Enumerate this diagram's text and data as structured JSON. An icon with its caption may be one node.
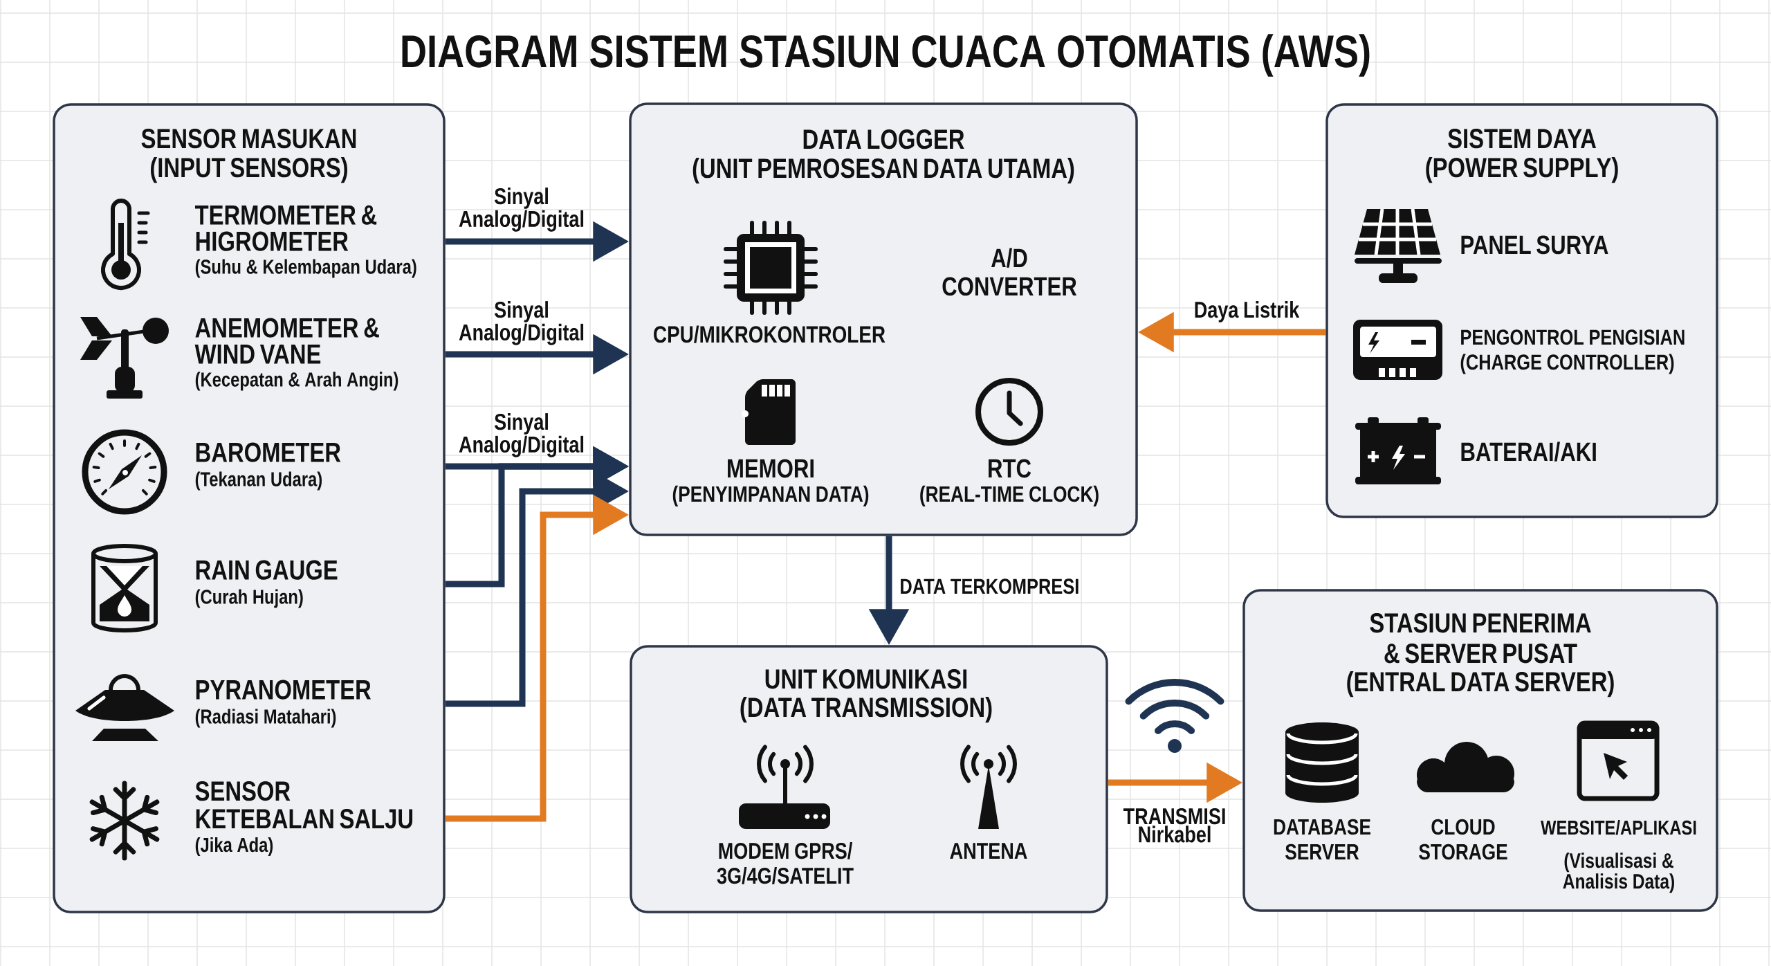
{
  "diagram": {
    "title": "DIAGRAM SISTEM STASIUN CUACA OTOMATIS (AWS)",
    "nodes": [
      {
        "text": [
          "SENSOR MASUKAN",
          "(INPUT SENSORS)"
        ]
      },
      {
        "text": [
          "TERMOMETER & HIGROMETER",
          "(Suhu & Kelembapan Udara)"
        ],
        "in": 0
      },
      {
        "text": [
          "ANEMOMETER & WIND VANE",
          "(Kecepatan & Arah Angin)"
        ],
        "in": 0
      },
      {
        "text": [
          "BAROMETER",
          "(Tekanan Udara)"
        ],
        "in": 0
      },
      {
        "text": [
          "RAIN GAUGE",
          "(Curah Hujan)"
        ],
        "in": 0
      },
      {
        "text": [
          "PYRANOMETER",
          "(Radiasi Matahari)"
        ],
        "in": 0
      },
      {
        "text": [
          "SENSOR KETEBALAN SALJU",
          "(Jika Ada)"
        ],
        "in": 0
      },
      {
        "text": [
          "DATA LOGGER",
          "(UNIT PEMROSESAN DATA UTAMA)"
        ]
      },
      {
        "text": [
          "CPU/MIKROKONTROLER"
        ],
        "in": 7
      },
      {
        "text": [
          "A/D CONVERTER"
        ],
        "in": 7
      },
      {
        "text": [
          "MEMORI",
          "(PENYIMPANAN DATA)"
        ],
        "in": 7
      },
      {
        "text": [
          "RTC",
          "(REAL-TIME CLOCK)"
        ],
        "in": 7
      },
      {
        "text": [
          "SISTEM DAYA",
          "(POWER SUPPLY)"
        ]
      },
      {
        "text": [
          "PANEL SURYA"
        ],
        "in": 12
      },
      {
        "text": [
          "PENGONTROL PENGISIAN (CHARGE CONTROLLER)"
        ],
        "in": 12
      },
      {
        "text": [
          "BATERAI/AKI"
        ],
        "in": 12
      },
      {
        "text": [
          "UNIT KOMUNIKASI",
          "(DATA TRANSMISSION)"
        ]
      },
      {
        "text": [
          "MODEM GPRS/ 3G/4G/SATELIT"
        ],
        "in": 16
      },
      {
        "text": [
          "ANTENA"
        ],
        "in": 16
      },
      {
        "text": [
          "STASIUN PENERIMA & SERVER PUSAT",
          "(ENTRAL DATA SERVER)"
        ]
      },
      {
        "text": [
          "DATABASE SERVER"
        ],
        "in": 19
      },
      {
        "text": [
          "CLOUD STORAGE"
        ],
        "in": 19
      },
      {
        "text": [
          "WEBSITE/APLIKASI",
          "(Visualisasi & Analisis Data)"
        ],
        "in": 19
      }
    ],
    "edges": [
      {
        "from": 0,
        "to": 7,
        "arrow": "to",
        "label": "Sinyal Analog/Digital"
      },
      {
        "from": 0,
        "to": 7,
        "arrow": "to",
        "label": "Sinyal Analog/Digital"
      },
      {
        "from": 0,
        "to": 7,
        "arrow": "to",
        "label": "Sinyal Analog/Digital"
      },
      {
        "from": 0,
        "to": 7,
        "arrow": "to"
      },
      {
        "from": 0,
        "to": 7,
        "arrow": "to"
      },
      {
        "from": 0,
        "to": 7,
        "arrow": "to",
        "color": "#e27a22"
      },
      {
        "from": 12,
        "to": 7,
        "arrow": "to",
        "label": "Daya Listrik",
        "color": "#e27a22"
      },
      {
        "from": 7,
        "to": 16,
        "arrow": "to",
        "label": "DATA TERKOMPRESI"
      },
      {
        "from": 16,
        "to": 19,
        "arrow": "to",
        "label": "TRANSMISI Nirkabel",
        "color": "#e27a22"
      }
    ]
  }
}
